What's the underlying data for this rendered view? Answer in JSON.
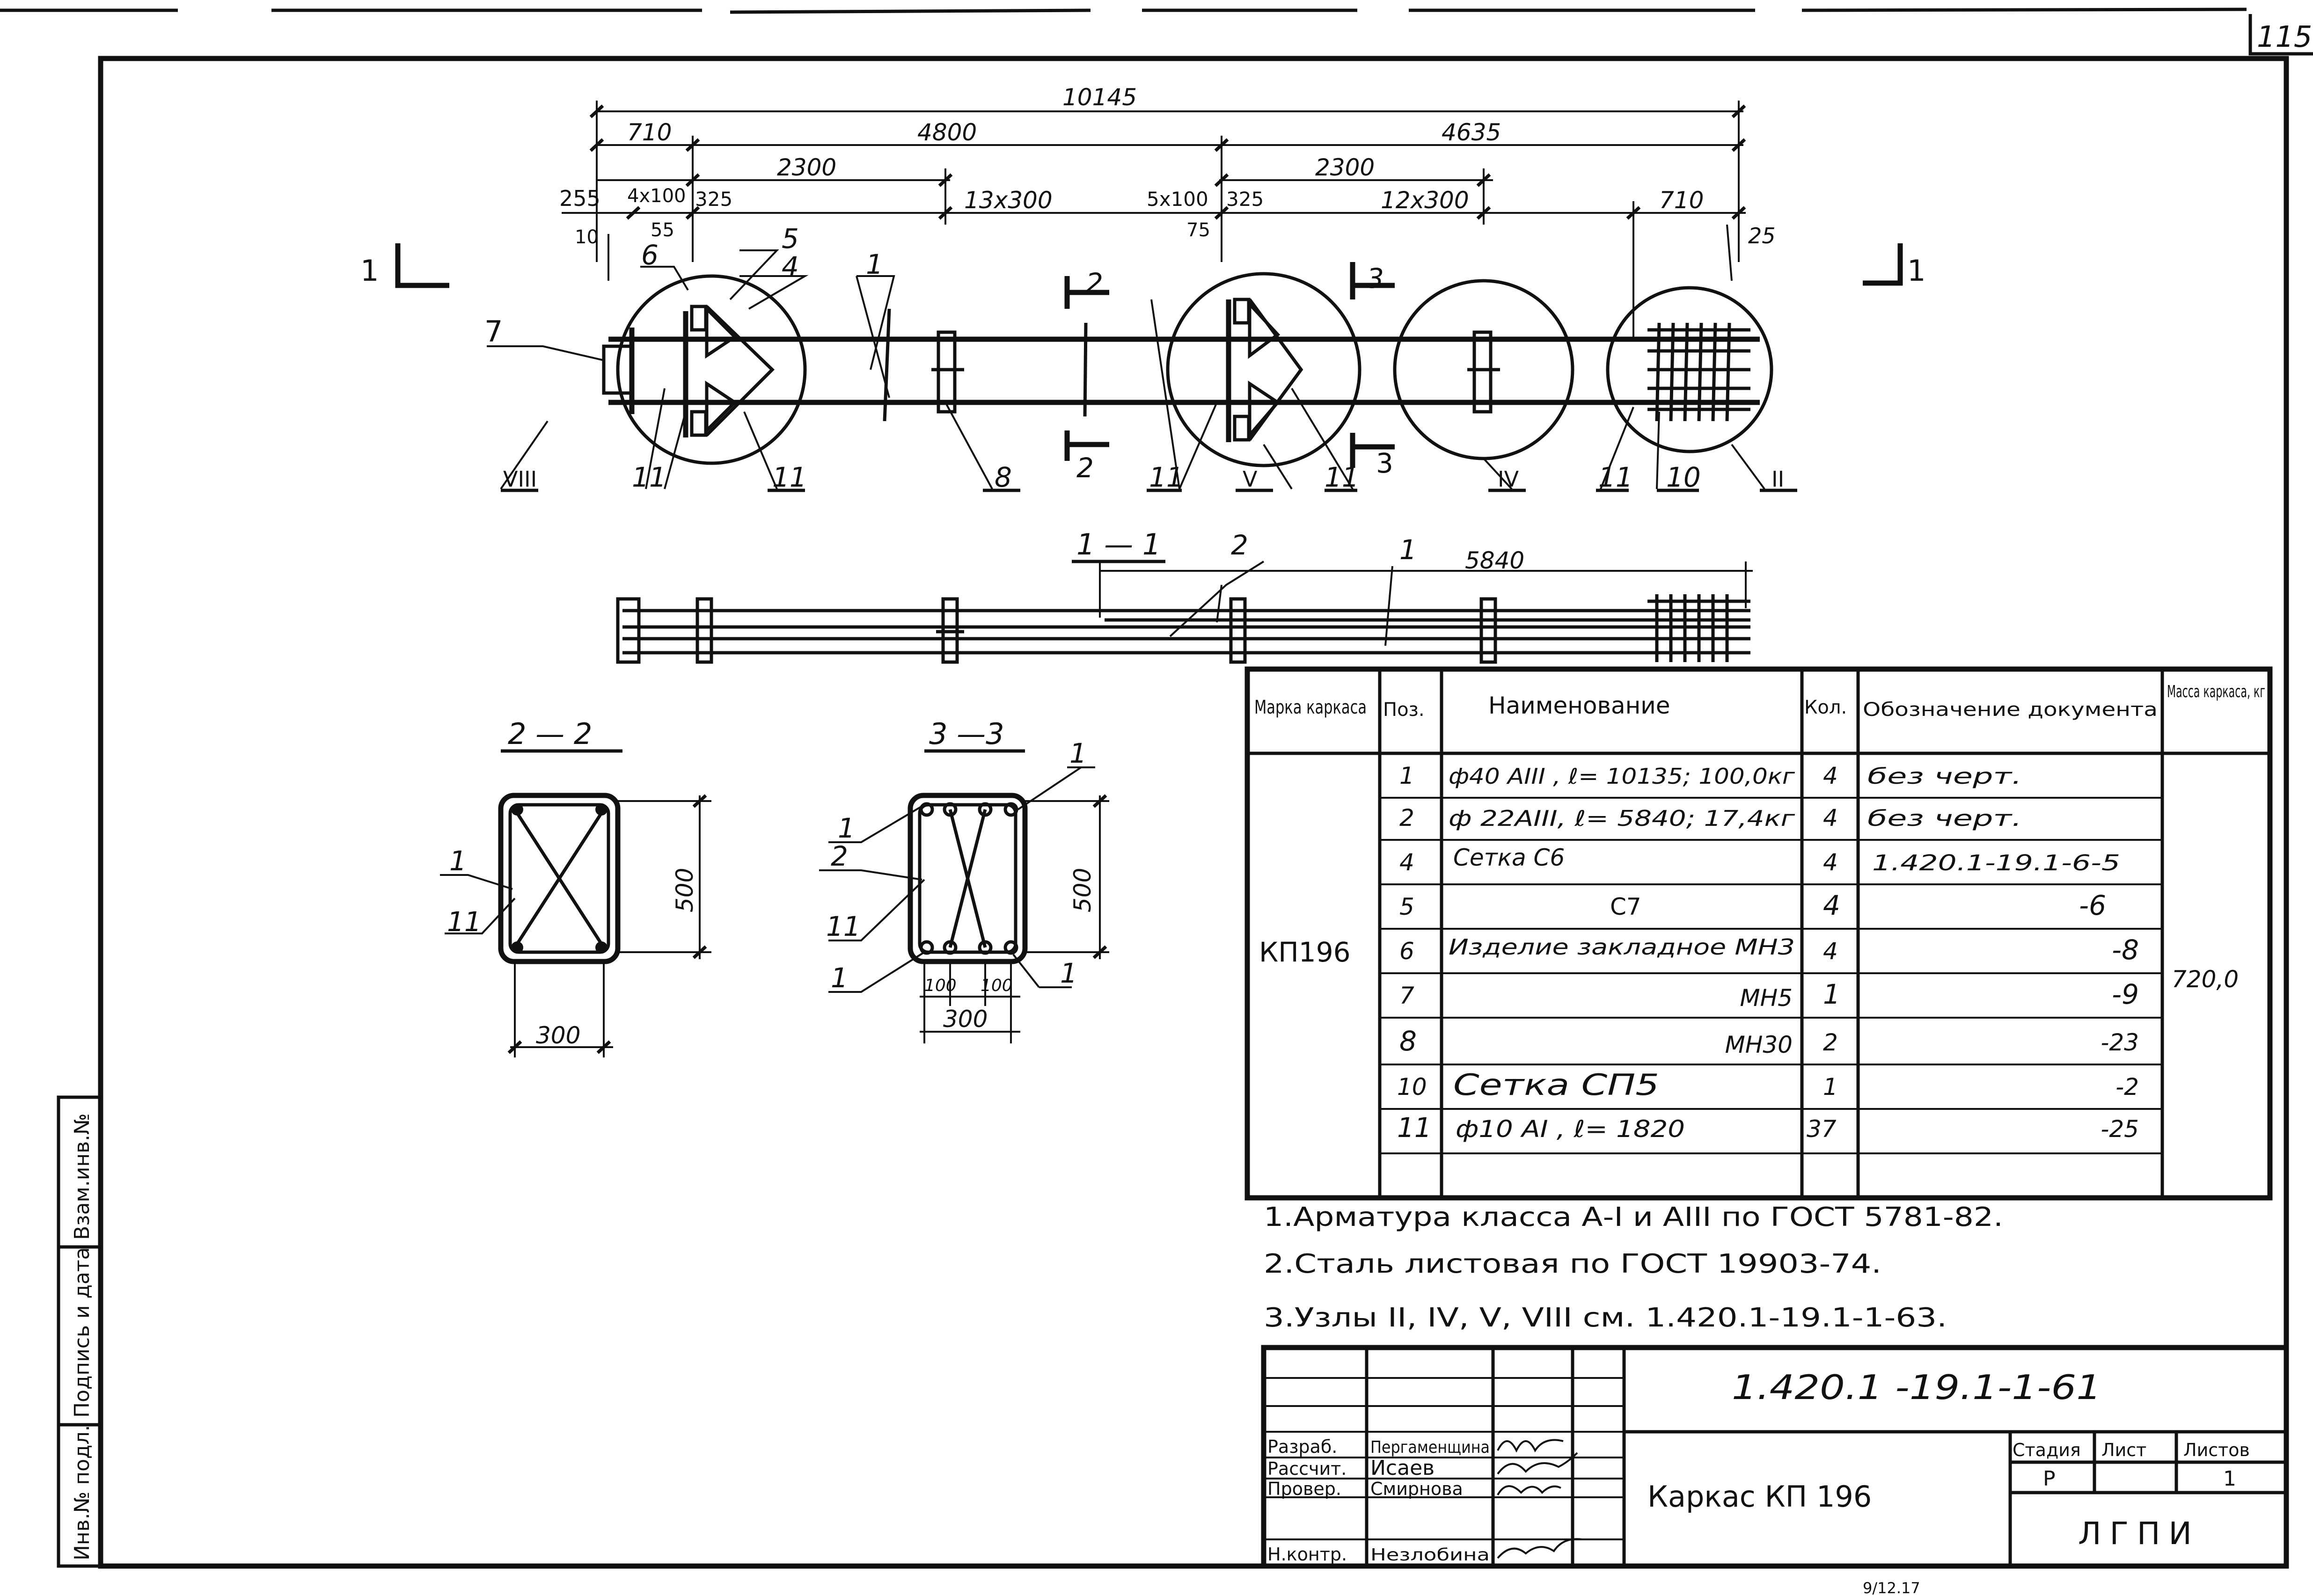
{
  "sheet": {
    "page_number": "115",
    "bottom_fragment": "9/12.17"
  },
  "side_stamp": {
    "col1": "Инв.№ подл.",
    "col2": "Подпись и дата",
    "col3": "Взам.инв.№"
  },
  "plan": {
    "total": "10145",
    "d710_left": "710",
    "d4800": "4800",
    "d4635": "4635",
    "d2300_left": "2300",
    "d2300_right": "2300",
    "d255": "255",
    "d4x100": "4x100",
    "d325_left": "325",
    "d13x300": "13x300",
    "d5x100": "5x100",
    "d325_right": "325",
    "d12x300": "12x300",
    "d710_right": "710",
    "d10": "10",
    "d55": "55",
    "d75": "75",
    "d25": "25",
    "section_1_left": "1",
    "section_1_right": "1",
    "section_2_top": "2",
    "section_2_bottom": "2",
    "section_3_top": "3",
    "section_3_bottom": "3",
    "pos_7": "7",
    "pos_6": "6",
    "pos_5": "5",
    "pos_4": "4",
    "pos_1": "1",
    "pos_11_a": "11",
    "pos_11_b": "11",
    "pos_8": "8",
    "pos_11_c": "11",
    "pos_11_d": "11",
    "pos_11_e": "11",
    "pos_10": "10",
    "node_VIII": "VIII",
    "node_V": "V",
    "node_IV": "IV",
    "node_II": "II"
  },
  "elevation": {
    "title": "1 — 1",
    "pos_2": "2",
    "pos_1": "1",
    "d5840": "5840"
  },
  "section22": {
    "title": "2 — 2",
    "pos_1": "1",
    "pos_11": "11",
    "height": "500",
    "width": "300"
  },
  "section33": {
    "title": "3 —3",
    "pos_1_top": "1",
    "pos_1_left": "1",
    "pos_2": "2",
    "pos_11": "11",
    "pos_1_bl": "1",
    "pos_1_br": "1",
    "height": "500",
    "sub1": "100",
    "sub2": "100",
    "width": "300"
  },
  "spec": {
    "headers": [
      "Марка каркаса",
      "Поз.",
      "Наименование",
      "Кол.",
      "Обозначение документа",
      "Масса каркаса, кг"
    ],
    "mark": "КП196",
    "mass": "720,0",
    "rows": [
      {
        "pos": "1",
        "name": "ф40 АIII , ℓ= 10135; 100,0кг",
        "qty": "4",
        "doc": "без черт."
      },
      {
        "pos": "2",
        "name": "ф 22АIII, ℓ= 5840; 17,4кг",
        "qty": "4",
        "doc": "без черт."
      },
      {
        "pos": "4",
        "name": "Сетка С6",
        "qty": "4",
        "doc": "1.420.1-19.1-6-5"
      },
      {
        "pos": "5",
        "name": "С7",
        "qty": "4",
        "doc": "-6"
      },
      {
        "pos": "6",
        "name": "Изделие закладное МН3",
        "qty": "4",
        "doc": "-8"
      },
      {
        "pos": "7",
        "name": "МН5",
        "qty": "1",
        "doc": "-9"
      },
      {
        "pos": "8",
        "name": "МН30",
        "qty": "2",
        "doc": "-23"
      },
      {
        "pos": "10",
        "name": "Сетка СП5",
        "qty": "1",
        "doc": "-2"
      },
      {
        "pos": "11",
        "name": "ф10 АI , ℓ= 1820",
        "qty": "37",
        "doc": "-25"
      }
    ]
  },
  "notes": [
    "1.Арматура класса А-I и АIII по ГОСТ 5781-82.",
    "2.Сталь листовая по ГОСТ 19903-74.",
    "3.Узлы II, IV, V, VIII см. 1.420.1-19.1-1-63."
  ],
  "title_block": {
    "code": "1.420.1 -19.1-1-61",
    "title": "Каркас КП 196",
    "org": "ЛГПИ",
    "stage_header": "Стадия",
    "sheet_header": "Лист",
    "sheets_header": "Листов",
    "stage": "Р",
    "sheets": "1",
    "rows": [
      {
        "role": "Разраб.",
        "name": "Пергаменщина"
      },
      {
        "role": "Рассчит.",
        "name": "Исаев"
      },
      {
        "role": "Провер.",
        "name": "Смирнова"
      },
      {
        "role": "Н.контр.",
        "name": "Незлобина"
      }
    ]
  }
}
